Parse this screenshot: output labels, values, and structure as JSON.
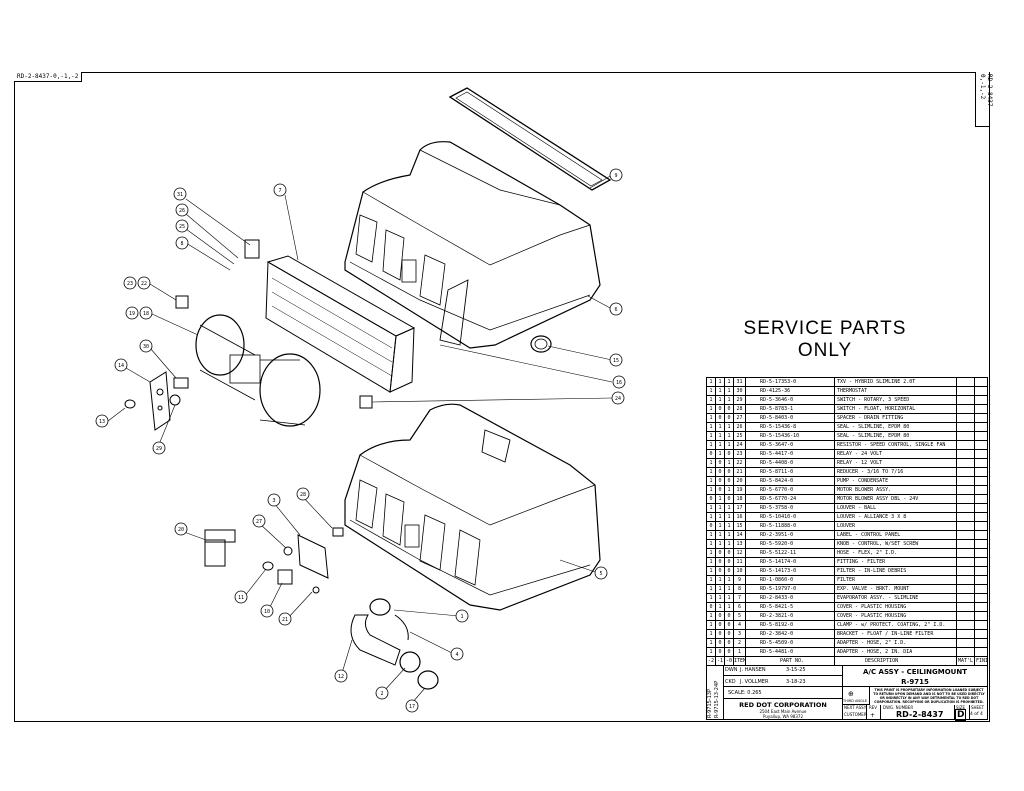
{
  "sheet": {
    "corner_top_left": "RD-2-8437-0,-1,-2",
    "corner_top_right": "RD-2-8437-0,-1,-2",
    "service_line1": "SERVICE PARTS",
    "service_line2": "ONLY"
  },
  "callouts": [
    "31",
    "26",
    "25",
    "8",
    "7",
    "23",
    "22",
    "19",
    "18",
    "30",
    "14",
    "13",
    "29",
    "9",
    "6",
    "15",
    "16",
    "24",
    "3",
    "28",
    "27",
    "20",
    "11",
    "10",
    "21",
    "12",
    "1",
    "4",
    "2",
    "17",
    "5"
  ],
  "bom": {
    "rows": [
      {
        "q0": "1",
        "q1": "1",
        "q2": "1",
        "item": "31",
        "part": "RD-5-17353-0",
        "desc": "TXV - HYBRID SLIMLINE 2.0T"
      },
      {
        "q0": "1",
        "q1": "1",
        "q2": "1",
        "item": "30",
        "part": "RD-4125-36",
        "desc": "THERMOSTAT"
      },
      {
        "q0": "1",
        "q1": "1",
        "q2": "1",
        "item": "29",
        "part": "RD-5-3646-0",
        "desc": "SWITCH - ROTARY, 3 SPEED"
      },
      {
        "q0": "1",
        "q1": "0",
        "q2": "0",
        "item": "28",
        "part": "RD-5-8783-1",
        "desc": "SWITCH - FLOAT, HORIZONTAL"
      },
      {
        "q0": "1",
        "q1": "0",
        "q2": "0",
        "item": "27",
        "part": "RD-5-8403-0",
        "desc": "SPACER - DRAIN FITTING"
      },
      {
        "q0": "1",
        "q1": "1",
        "q2": "1",
        "item": "26",
        "part": "RD-5-15436-8",
        "desc": "SEAL - SLIMLINE, EPDM 80"
      },
      {
        "q0": "1",
        "q1": "1",
        "q2": "1",
        "item": "25",
        "part": "RD-5-15436-10",
        "desc": "SEAL - SLIMLINE, EPDM 80"
      },
      {
        "q0": "1",
        "q1": "1",
        "q2": "1",
        "item": "24",
        "part": "RD-5-3647-0",
        "desc": "RESISTOR - SPEED CONTROL, SINGLE FAN"
      },
      {
        "q0": "0",
        "q1": "1",
        "q2": "0",
        "item": "23",
        "part": "RD-5-4417-0",
        "desc": "RELAY - 24 VOLT"
      },
      {
        "q0": "1",
        "q1": "0",
        "q2": "1",
        "item": "22",
        "part": "RD-5-4408-0",
        "desc": "RELAY - 12 VOLT"
      },
      {
        "q0": "1",
        "q1": "0",
        "q2": "0",
        "item": "21",
        "part": "RD-5-8711-0",
        "desc": "REDUCER - 3/16 TO 7/16"
      },
      {
        "q0": "1",
        "q1": "0",
        "q2": "0",
        "item": "20",
        "part": "RD-5-8424-0",
        "desc": "PUMP - CONDENSATE"
      },
      {
        "q0": "1",
        "q1": "0",
        "q2": "1",
        "item": "19",
        "part": "RD-5-6770-0",
        "desc": "MOTOR BLOWER ASSY."
      },
      {
        "q0": "0",
        "q1": "1",
        "q2": "0",
        "item": "18",
        "part": "RD-5-6770-24",
        "desc": "MOTOR BLOWER ASSY DBL - 24V"
      },
      {
        "q0": "1",
        "q1": "1",
        "q2": "1",
        "item": "17",
        "part": "RD-5-3758-0",
        "desc": "LOUVER - BALL"
      },
      {
        "q0": "1",
        "q1": "1",
        "q2": "1",
        "item": "16",
        "part": "RD-5-10410-0",
        "desc": "LOUVER - ALLIANCE 3 X 8"
      },
      {
        "q0": "0",
        "q1": "1",
        "q2": "1",
        "item": "15",
        "part": "RD-5-11888-0",
        "desc": "LOUVER"
      },
      {
        "q0": "1",
        "q1": "1",
        "q2": "1",
        "item": "14",
        "part": "RD-2-3951-0",
        "desc": "LABEL - CONTROL PANEL"
      },
      {
        "q0": "1",
        "q1": "1",
        "q2": "1",
        "item": "13",
        "part": "RD-5-5920-0",
        "desc": "KNOB - CONTROL, W/SET SCREW"
      },
      {
        "q0": "1",
        "q1": "0",
        "q2": "0",
        "item": "12",
        "part": "RD-5-5122-11",
        "desc": "HOSE - FLEX, 2\" I.D."
      },
      {
        "q0": "1",
        "q1": "0",
        "q2": "0",
        "item": "11",
        "part": "RD-5-14174-0",
        "desc": "FITTING - FILTER"
      },
      {
        "q0": "1",
        "q1": "0",
        "q2": "0",
        "item": "10",
        "part": "RD-5-14173-0",
        "desc": "FILTER - IN-LINE DEBRIS"
      },
      {
        "q0": "1",
        "q1": "1",
        "q2": "1",
        "item": "9",
        "part": "RD-1-0860-0",
        "desc": "FILTER"
      },
      {
        "q0": "1",
        "q1": "1",
        "q2": "1",
        "item": "8",
        "part": "RD-5-19797-0",
        "desc": "EXP. VALVE - BRKT. MOUNT"
      },
      {
        "q0": "1",
        "q1": "1",
        "q2": "1",
        "item": "7",
        "part": "RD-2-8433-0",
        "desc": "EVAPORATOR ASSY. - SLIMLINE"
      },
      {
        "q0": "0",
        "q1": "1",
        "q2": "1",
        "item": "6",
        "part": "RD-5-8421-5",
        "desc": "COVER - PLASTIC HOUSING"
      },
      {
        "q0": "1",
        "q1": "0",
        "q2": "0",
        "item": "5",
        "part": "RD-2-3821-0",
        "desc": "COVER - PLASTIC HOUSING"
      },
      {
        "q0": "1",
        "q1": "0",
        "q2": "0",
        "item": "4",
        "part": "RD-5-8192-0",
        "desc": "CLAMP - w/ PROTECT. COATING, 2\" I.D."
      },
      {
        "q0": "1",
        "q1": "0",
        "q2": "0",
        "item": "3",
        "part": "RD-2-3842-0",
        "desc": "BRACKET - FLOAT / IN-LINE FILTER"
      },
      {
        "q0": "1",
        "q1": "0",
        "q2": "0",
        "item": "2",
        "part": "RD-5-4509-0",
        "desc": "ADAPTER - HOSE, 2\" I.D."
      },
      {
        "q0": "1",
        "q1": "0",
        "q2": "0",
        "item": "1",
        "part": "RD-5-4481-0",
        "desc": "ADAPTER - HOSE, 2 IN. DIA"
      }
    ],
    "header": {
      "q0": "-2",
      "q1": "-1",
      "q2": "-0",
      "item": "ITEM",
      "part": "PART NO.",
      "desc": "DESCRIPTION",
      "mat": "MAT'L",
      "finish": "FINISH"
    }
  },
  "titleblock": {
    "dwn_label": "DWN",
    "dwn_name": "J. HANSEN",
    "dwn_date": "3-15-25",
    "chk_label": "CKD",
    "chk_name": "J. VOLLMER",
    "chk_date": "3-18-23",
    "scale": "SCALE: 0.265",
    "company": "RED DOT CORPORATION",
    "address1": "2504 East Main Avenue",
    "address2": "Puyallup, WA 98372",
    "title": "A/C ASSY - CEILINGMOUNT",
    "model": "R-9715",
    "notice": "THIS PRINT IS PROPRIETARY INFORMATION LOANED SUBJECT TO RETURN UPON DEMAND AND IS NOT TO BE USED DIRECTLY OR INDIRECTLY IN ANY WAY DETRIMENTAL TO RED DOT CORPORATION. RECOPYING OR DUPLICATION IS PROHIBITED.",
    "projection_label": "THIRD ANGLE",
    "next_assy_label": "NEXT ASSY",
    "next_assy": "CUSTOMER",
    "rev_label": "REV",
    "rev": "+",
    "dwg_label": "DWG. NUMBER",
    "dwg": "RD-2-8437",
    "size_label": "SIZE",
    "size": "D",
    "sheet_label": "SHEET",
    "sheet": "4 of 4",
    "side1": "R-9715-13P",
    "side2": "R-9715-13-24P",
    "side3": "R-9715-13P"
  }
}
